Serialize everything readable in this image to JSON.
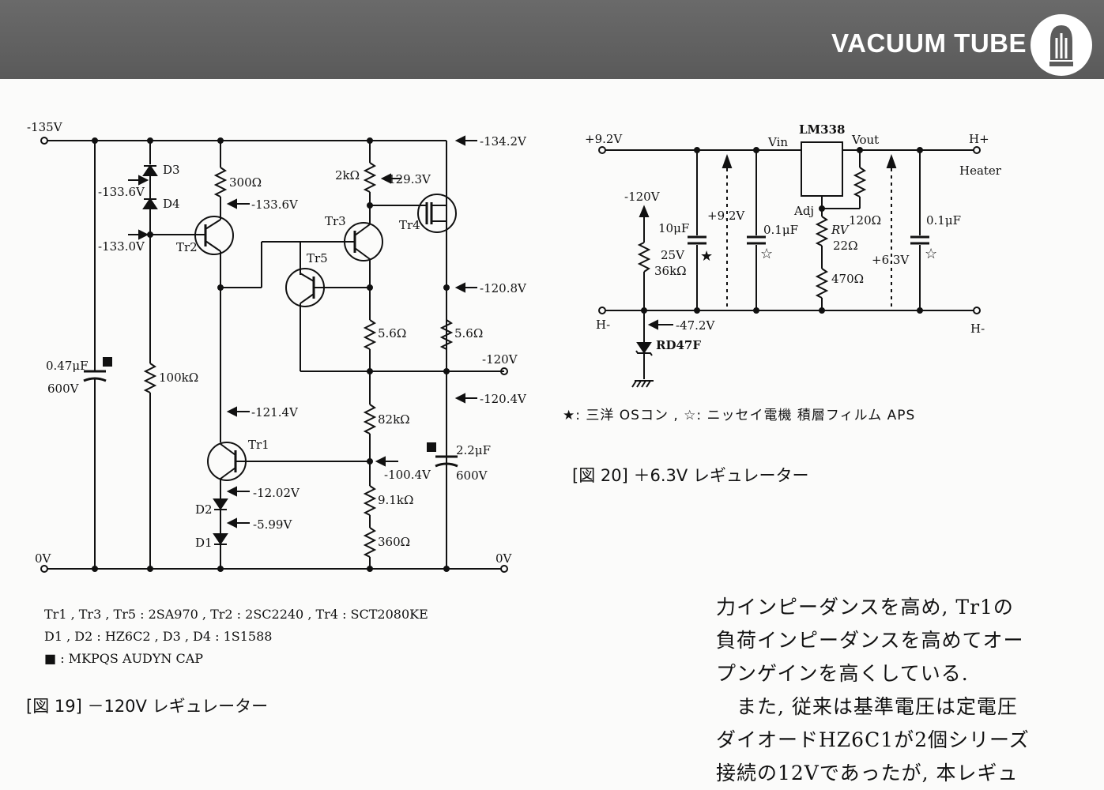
{
  "header": {
    "title": "VACUUM TUBE"
  },
  "fig19": {
    "caption": "[図 19] －120V レギュレーター",
    "labels": {
      "in_neg135": "-135V",
      "v134_2": "-134.2V",
      "v129_3": "-129.3V",
      "v133_6a": "-133.6V",
      "v133_6b": "-133.6V",
      "v133_0": "-133.0V",
      "v120_8": "-120.8V",
      "out_neg120": "-120V",
      "v120_4": "-120.4V",
      "v121_4": "-121.4V",
      "v100_4": "-100.4V",
      "v12_02": "-12.02V",
      "v5_99": "-5.99V",
      "gnd_left": "0V",
      "gnd_right": "0V",
      "r300": "300Ω",
      "r2k": "2kΩ",
      "r100k": "100kΩ",
      "r5_6a": "5.6Ω",
      "r5_6b": "5.6Ω",
      "r82k": "82kΩ",
      "r9_1k": "9.1kΩ",
      "r360": "360Ω",
      "c047": "0.47μF",
      "c047v": "600V",
      "c22": "2.2μF",
      "c22v": "600V",
      "d3": "D3",
      "d4": "D4",
      "d2": "D2",
      "d1": "D1",
      "tr1": "Tr1",
      "tr2": "Tr2",
      "tr3": "Tr3",
      "tr4": "Tr4",
      "tr5": "Tr5"
    },
    "parts": [
      "Tr1 , Tr3 , Tr5 : 2SA970 , Tr2 : 2SC2240 , Tr4 : SCT2080KE",
      "D1 , D2 : HZ6C2 , D3 , D4 : 1S1588",
      "■ : MKPQS AUDYN CAP"
    ]
  },
  "fig20": {
    "caption": "[図 20] ＋6.3V レギュレーター",
    "labels": {
      "v9_2": "+9.2V",
      "vin": "Vin",
      "ic": "LM338",
      "vout": "Vout",
      "hplus": "H+",
      "heater": "Heater",
      "neg120": "-120V",
      "c10u": "10μF",
      "c10v": "25V",
      "v9_2b": "+9.2V",
      "c01a": "0.1μF",
      "adj": "Adj",
      "r120": "120Ω",
      "rv": "RV",
      "r22": "22Ω",
      "r470": "470Ω",
      "v6_3": "+6.3V",
      "c01b": "0.1μF",
      "r36k": "36kΩ",
      "hminus_l": "H-",
      "hminus_r": "H-",
      "v47_2": "-47.2V",
      "rd47f": "RD47F"
    },
    "note": "★: 三洋 OSコン , ☆: ニッセイ電機 積層フィルム APS"
  },
  "body": {
    "lines": [
      "力インピーダンスを高め, Tr1の",
      "負荷インピーダンスを高めてオー",
      "プンゲインを高くしている.",
      "　また, 従来は基準電圧は定電圧",
      "ダイオードHZ6C1が2個シリーズ",
      "接続の12Vであったが, 本レギュ"
    ]
  }
}
